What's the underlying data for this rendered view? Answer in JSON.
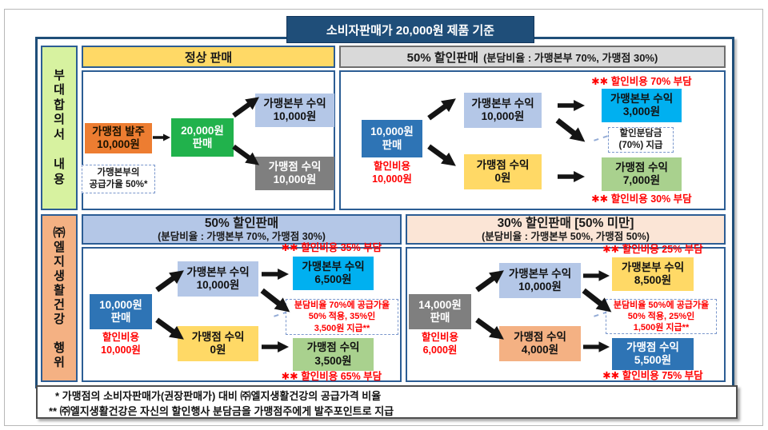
{
  "page": {
    "title": "소비자판매가 20,000원 제품 기준"
  },
  "sidebars": {
    "top": "부\n대\n합\n의\n서\n\n내\n용",
    "bottom": "㈜\n엘\n지\n생\n활\n건\n강\n\n행\n위"
  },
  "panels": {
    "normal": {
      "header": "정상 판매",
      "order_box": "가맹점 발주\n10,000원",
      "supply_note": "가맹본부의\n공급가율 50%*",
      "sale_box": "20,000원\n판매",
      "hq_revenue": "가맹본부 수익\n10,000원",
      "store_revenue": "가맹점 수익\n10,000원"
    },
    "discount50_top": {
      "header_main": "50% 할인판매",
      "header_sub": "(분담비율 : 가맹본부 70%, 가맹점 30%)",
      "sale_box": "10,000원\n판매",
      "discount_cost": "할인비용\n10,000원",
      "hq_revenue": "가맹본부 수익\n10,000원",
      "store_revenue": "가맹점 수익\n0원",
      "hq_final": "가맹본부 수익\n3,000원",
      "store_final": "가맹점 수익\n7,000원",
      "callout": "할인분담금\n(70%) 지급",
      "hq_burden": "✱✱ 할인비용 70% 부담",
      "store_burden": "✱✱ 할인비용 30% 부담"
    },
    "discount50_bottom": {
      "header_main": "50% 할인판매",
      "header_sub": "(분담비율 : 가맹본부 70%, 가맹점 30%)",
      "sale_box": "10,000원\n판매",
      "discount_cost": "할인비용\n10,000원",
      "hq_revenue": "가맹본부 수익\n10,000원",
      "store_revenue": "가맹점 수익\n0원",
      "hq_final": "가맹본부 수익\n6,500원",
      "store_final": "가맹점 수익\n3,500원",
      "callout": "분담비율 70%에 공급가율\n50% 적용, 35%인\n3,500원 지급**",
      "hq_burden": "✱✱ 할인비용 35% 부담",
      "store_burden": "✱✱ 할인비용 65% 부담"
    },
    "discount30": {
      "header_main": "30% 할인판매 [50% 미만]",
      "header_sub": "(분담비율 : 가맹본부 50%, 가맹점 50%)",
      "sale_box": "14,000원\n판매",
      "discount_cost": "할인비용\n6,000원",
      "hq_revenue": "가맹본부 수익\n10,000원",
      "store_revenue": "가맹점 수익\n4,000원",
      "hq_final": "가맹본부 수익\n8,500원",
      "store_final": "가맹점 수익\n5,500원",
      "callout": "분담비율 50%에 공급가율\n50% 적용, 25%인\n1,500원 지급**",
      "hq_burden": "✱✱ 할인비용 25% 부담",
      "store_burden": "✱✱ 할인비용 75% 부담"
    }
  },
  "notes": [
    "* 가맹점의 소비자판매가(권장판매가) 대비 ㈜엘지생활건강의 공급가격 비율",
    "** ㈜엘지생활건강은 자신의 할인행사 분담금을 가맹점주에게 발주포인트로 지급"
  ],
  "colors": {
    "navy": "#1F4E79",
    "panel_border": "#2C5D94",
    "yellow": "#FFD966",
    "gray_header": "#D9D9D9",
    "green_sidebar": "#D7F2A0",
    "peach_sidebar": "#F4B183",
    "periwinkle": "#B4C7E7",
    "orange": "#ED7D31",
    "green": "#21B24C",
    "gray_box": "#7F7F7F",
    "blue": "#2E74B5",
    "cyan": "#00B0F0",
    "light_green": "#A9D18E",
    "peach_header": "#FBE5D6",
    "red": "#FF0000"
  }
}
